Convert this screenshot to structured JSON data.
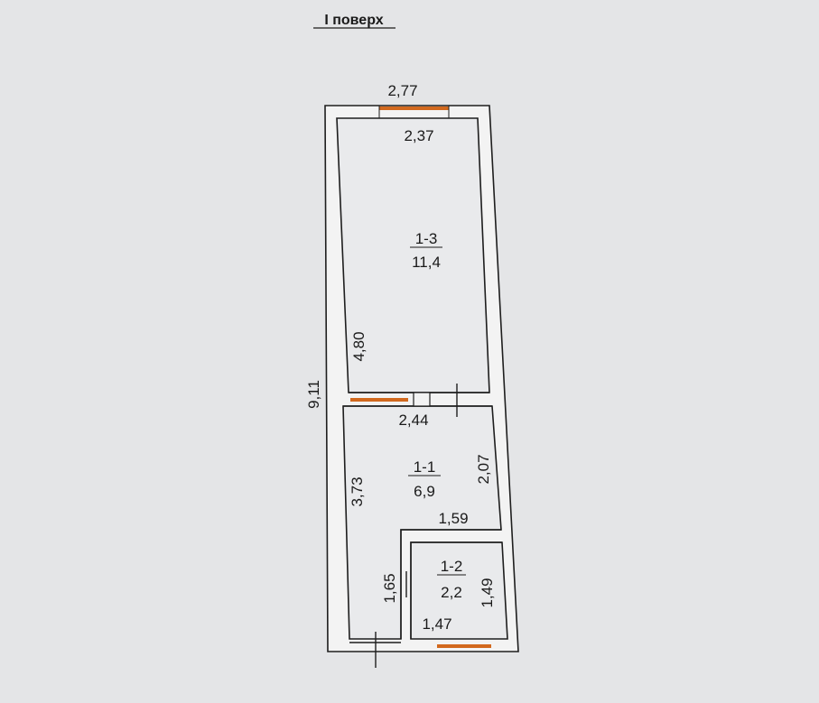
{
  "title": "І поверх",
  "accent_color": "#d2691e",
  "rooms": [
    {
      "number": "1-3",
      "area": "11,4"
    },
    {
      "number": "1-1",
      "area": "6,9"
    },
    {
      "number": "1-2",
      "area": "2,2"
    }
  ],
  "dimensions": {
    "outer_width": "2,77",
    "room13_width": "2,37",
    "room13_length": "4,80",
    "total_length": "9,11",
    "room11_width": "2,44",
    "room11_length": "3,73",
    "room11_partition": "2,07",
    "room12_top": "1,59",
    "room12_left": "1,65",
    "room12_right": "1,49",
    "room12_bottom": "1,47"
  }
}
